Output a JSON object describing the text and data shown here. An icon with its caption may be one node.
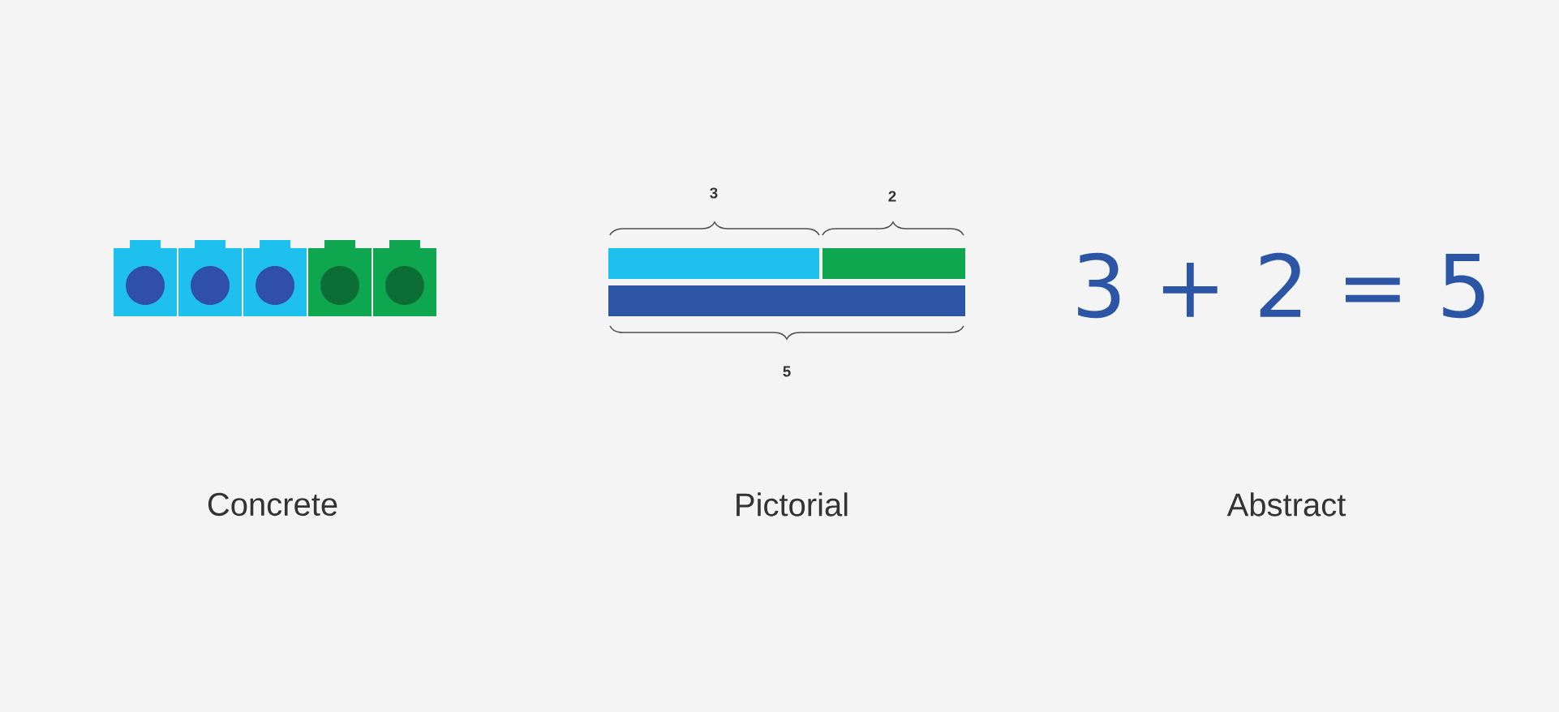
{
  "diagram": {
    "labels": [
      "3",
      "2",
      "3 + 2 = 5",
      "5",
      "Concrete",
      "Pictorial",
      "Abstract"
    ]
  }
}
